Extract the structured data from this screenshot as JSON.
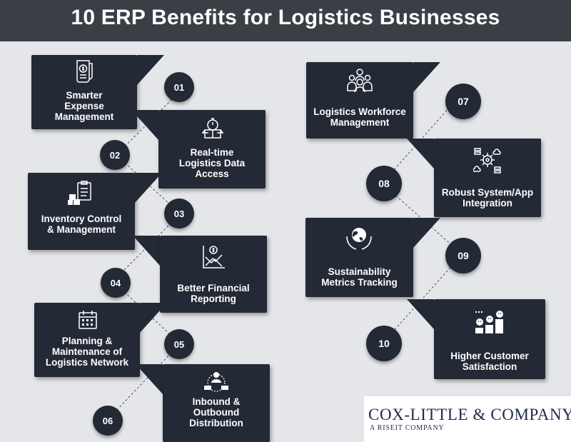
{
  "title": "10 ERP Benefits for Logistics Businesses",
  "benefits": [
    {
      "number": "01",
      "label": "Smarter\nExpense\nManagement",
      "icon": "receipt-dollar-icon"
    },
    {
      "number": "02",
      "label": "Real-time\nLogistics Data\nAccess",
      "icon": "stopwatch-box-icon"
    },
    {
      "number": "03",
      "label": "Inventory Control\n& Management",
      "icon": "clipboard-boxes-icon"
    },
    {
      "number": "04",
      "label": "Better Financial\nReporting",
      "icon": "chart-dollar-icon"
    },
    {
      "number": "05",
      "label": "Planning &\nMaintenance of\nLogistics Network",
      "icon": "calendar-icon"
    },
    {
      "number": "06",
      "label": "Inbound &\nOutbound\nDistribution",
      "icon": "distribution-trucks-icon"
    },
    {
      "number": "07",
      "label": "Logistics Workforce\nManagement",
      "icon": "team-icon"
    },
    {
      "number": "08",
      "label": "Robust System/App\nIntegration",
      "icon": "integration-gear-icon"
    },
    {
      "number": "09",
      "label": "Sustainability\nMetrics Tracking",
      "icon": "hands-globe-icon"
    },
    {
      "number": "10",
      "label": "Higher Customer\nSatisfaction",
      "icon": "customer-faces-icon"
    }
  ],
  "logo": {
    "name": "COX-LITTLE & COMPANY",
    "tagline": "A RISEIT COMPANY"
  },
  "colors": {
    "card": "#232a36",
    "title_bar": "#3a3f46",
    "background": "#e4e6e9"
  }
}
